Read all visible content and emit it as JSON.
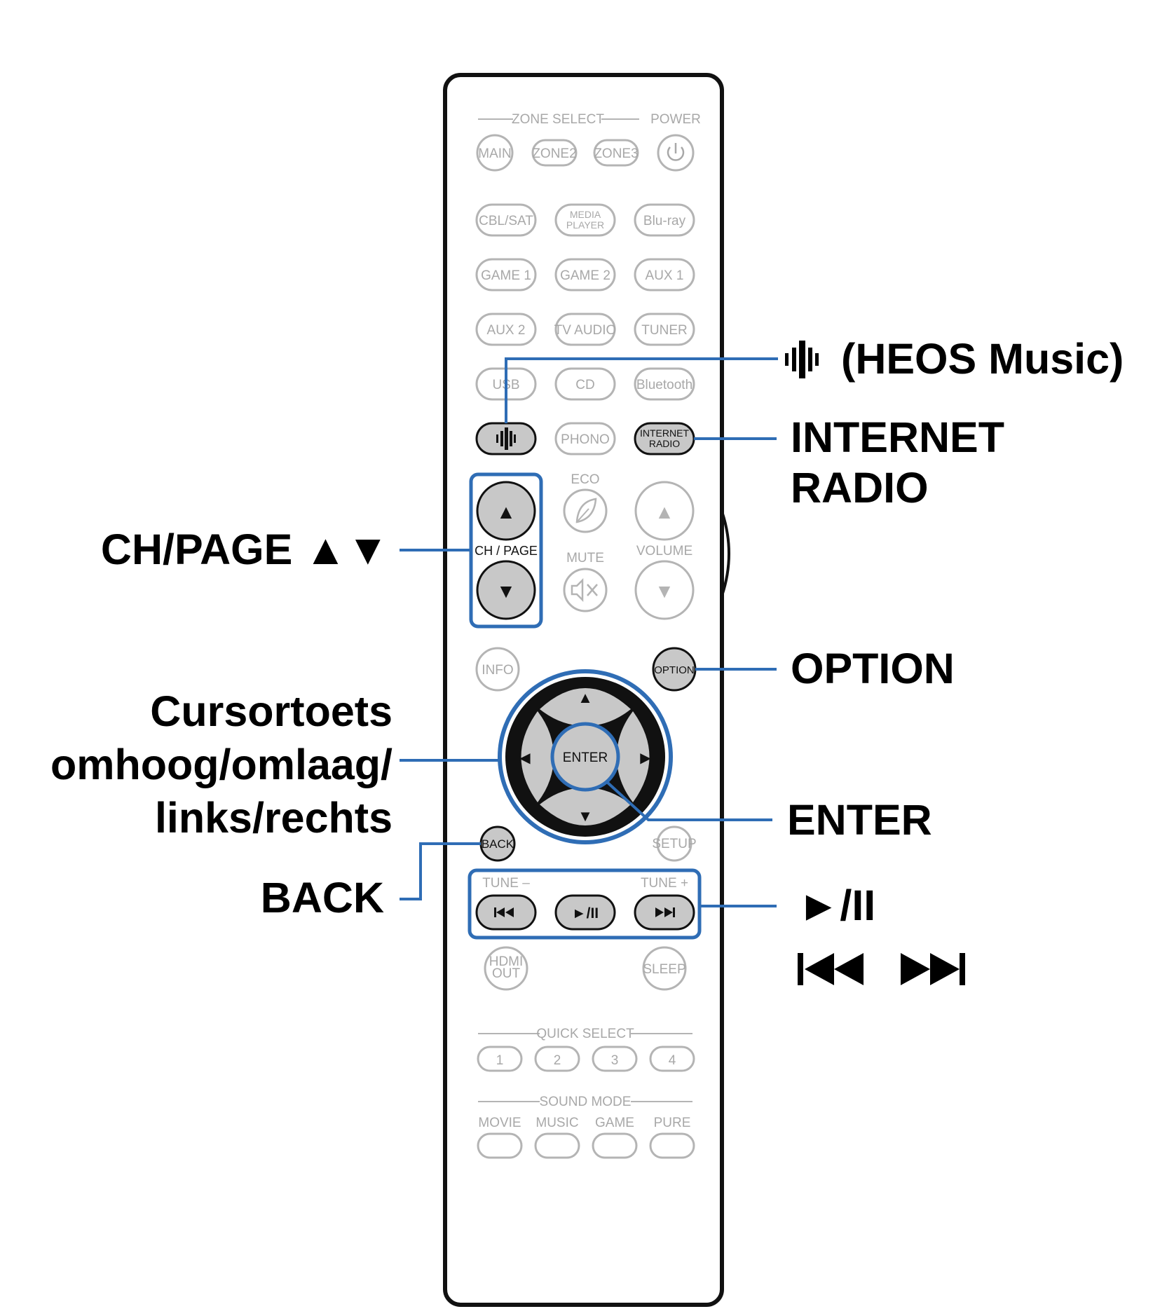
{
  "remote": {
    "zone_select": {
      "label": "ZONE SELECT",
      "buttons": [
        "MAIN",
        "ZONE2",
        "ZONE3"
      ]
    },
    "power": {
      "label": "POWER",
      "icon": "power-icon"
    },
    "source_rows": [
      [
        "CBL/SAT",
        "MEDIA PLAYER",
        "Blu-ray"
      ],
      [
        "GAME 1",
        "GAME 2",
        "AUX 1"
      ],
      [
        "AUX 2",
        "TV AUDIO",
        "TUNER"
      ],
      [
        "USB",
        "CD",
        "Bluetooth"
      ]
    ],
    "heos_button": {
      "icon": "heos-icon"
    },
    "phono_button": "PHONO",
    "internet_radio_button": "INTERNET RADIO",
    "eco": {
      "label": "ECO",
      "icon": "leaf-icon"
    },
    "ch_page": {
      "label": "CH / PAGE",
      "up": "▲",
      "down": "▼"
    },
    "mute": {
      "label": "MUTE",
      "icon": "speaker-mute-icon"
    },
    "volume": {
      "label": "VOLUME",
      "up": "▲",
      "down": "▼"
    },
    "info_button": "INFO",
    "option_button": "OPTION",
    "cursor": {
      "enter": "ENTER",
      "up": "▲",
      "down": "▼",
      "left": "◀",
      "right": "▶"
    },
    "back_button": "BACK",
    "setup_button": "SETUP",
    "tune": {
      "minus_label": "TUNE –",
      "plus_label": "TUNE +"
    },
    "transport": {
      "prev": "⏮",
      "play_pause": "►/II",
      "next": "⏭"
    },
    "hdmi_out_button": "HDMI OUT",
    "sleep_button": "SLEEP",
    "quick_select": {
      "label": "QUICK SELECT",
      "buttons": [
        "1",
        "2",
        "3",
        "4"
      ]
    },
    "sound_mode": {
      "label": "SOUND MODE",
      "buttons": [
        "MOVIE",
        "MUSIC",
        "GAME",
        "PURE"
      ]
    }
  },
  "callouts": {
    "heos_music": "(HEOS Music)",
    "internet_radio": [
      "INTERNET",
      "RADIO"
    ],
    "ch_page": "CH/PAGE ▲▼",
    "option": "OPTION",
    "cursor": [
      "Cursortoets",
      "omhoog/omlaag/",
      "links/rechts"
    ],
    "enter": "ENTER",
    "back": "BACK",
    "play_pause": "►/II",
    "skip": "⏮ ⏭"
  },
  "colors": {
    "highlight_blue": "#2f6db5",
    "active_button_fill": "#c8c8c8",
    "inactive_outline": "#b4b4b4",
    "inactive_text": "#a8a8a8",
    "outline_black": "#111111"
  }
}
